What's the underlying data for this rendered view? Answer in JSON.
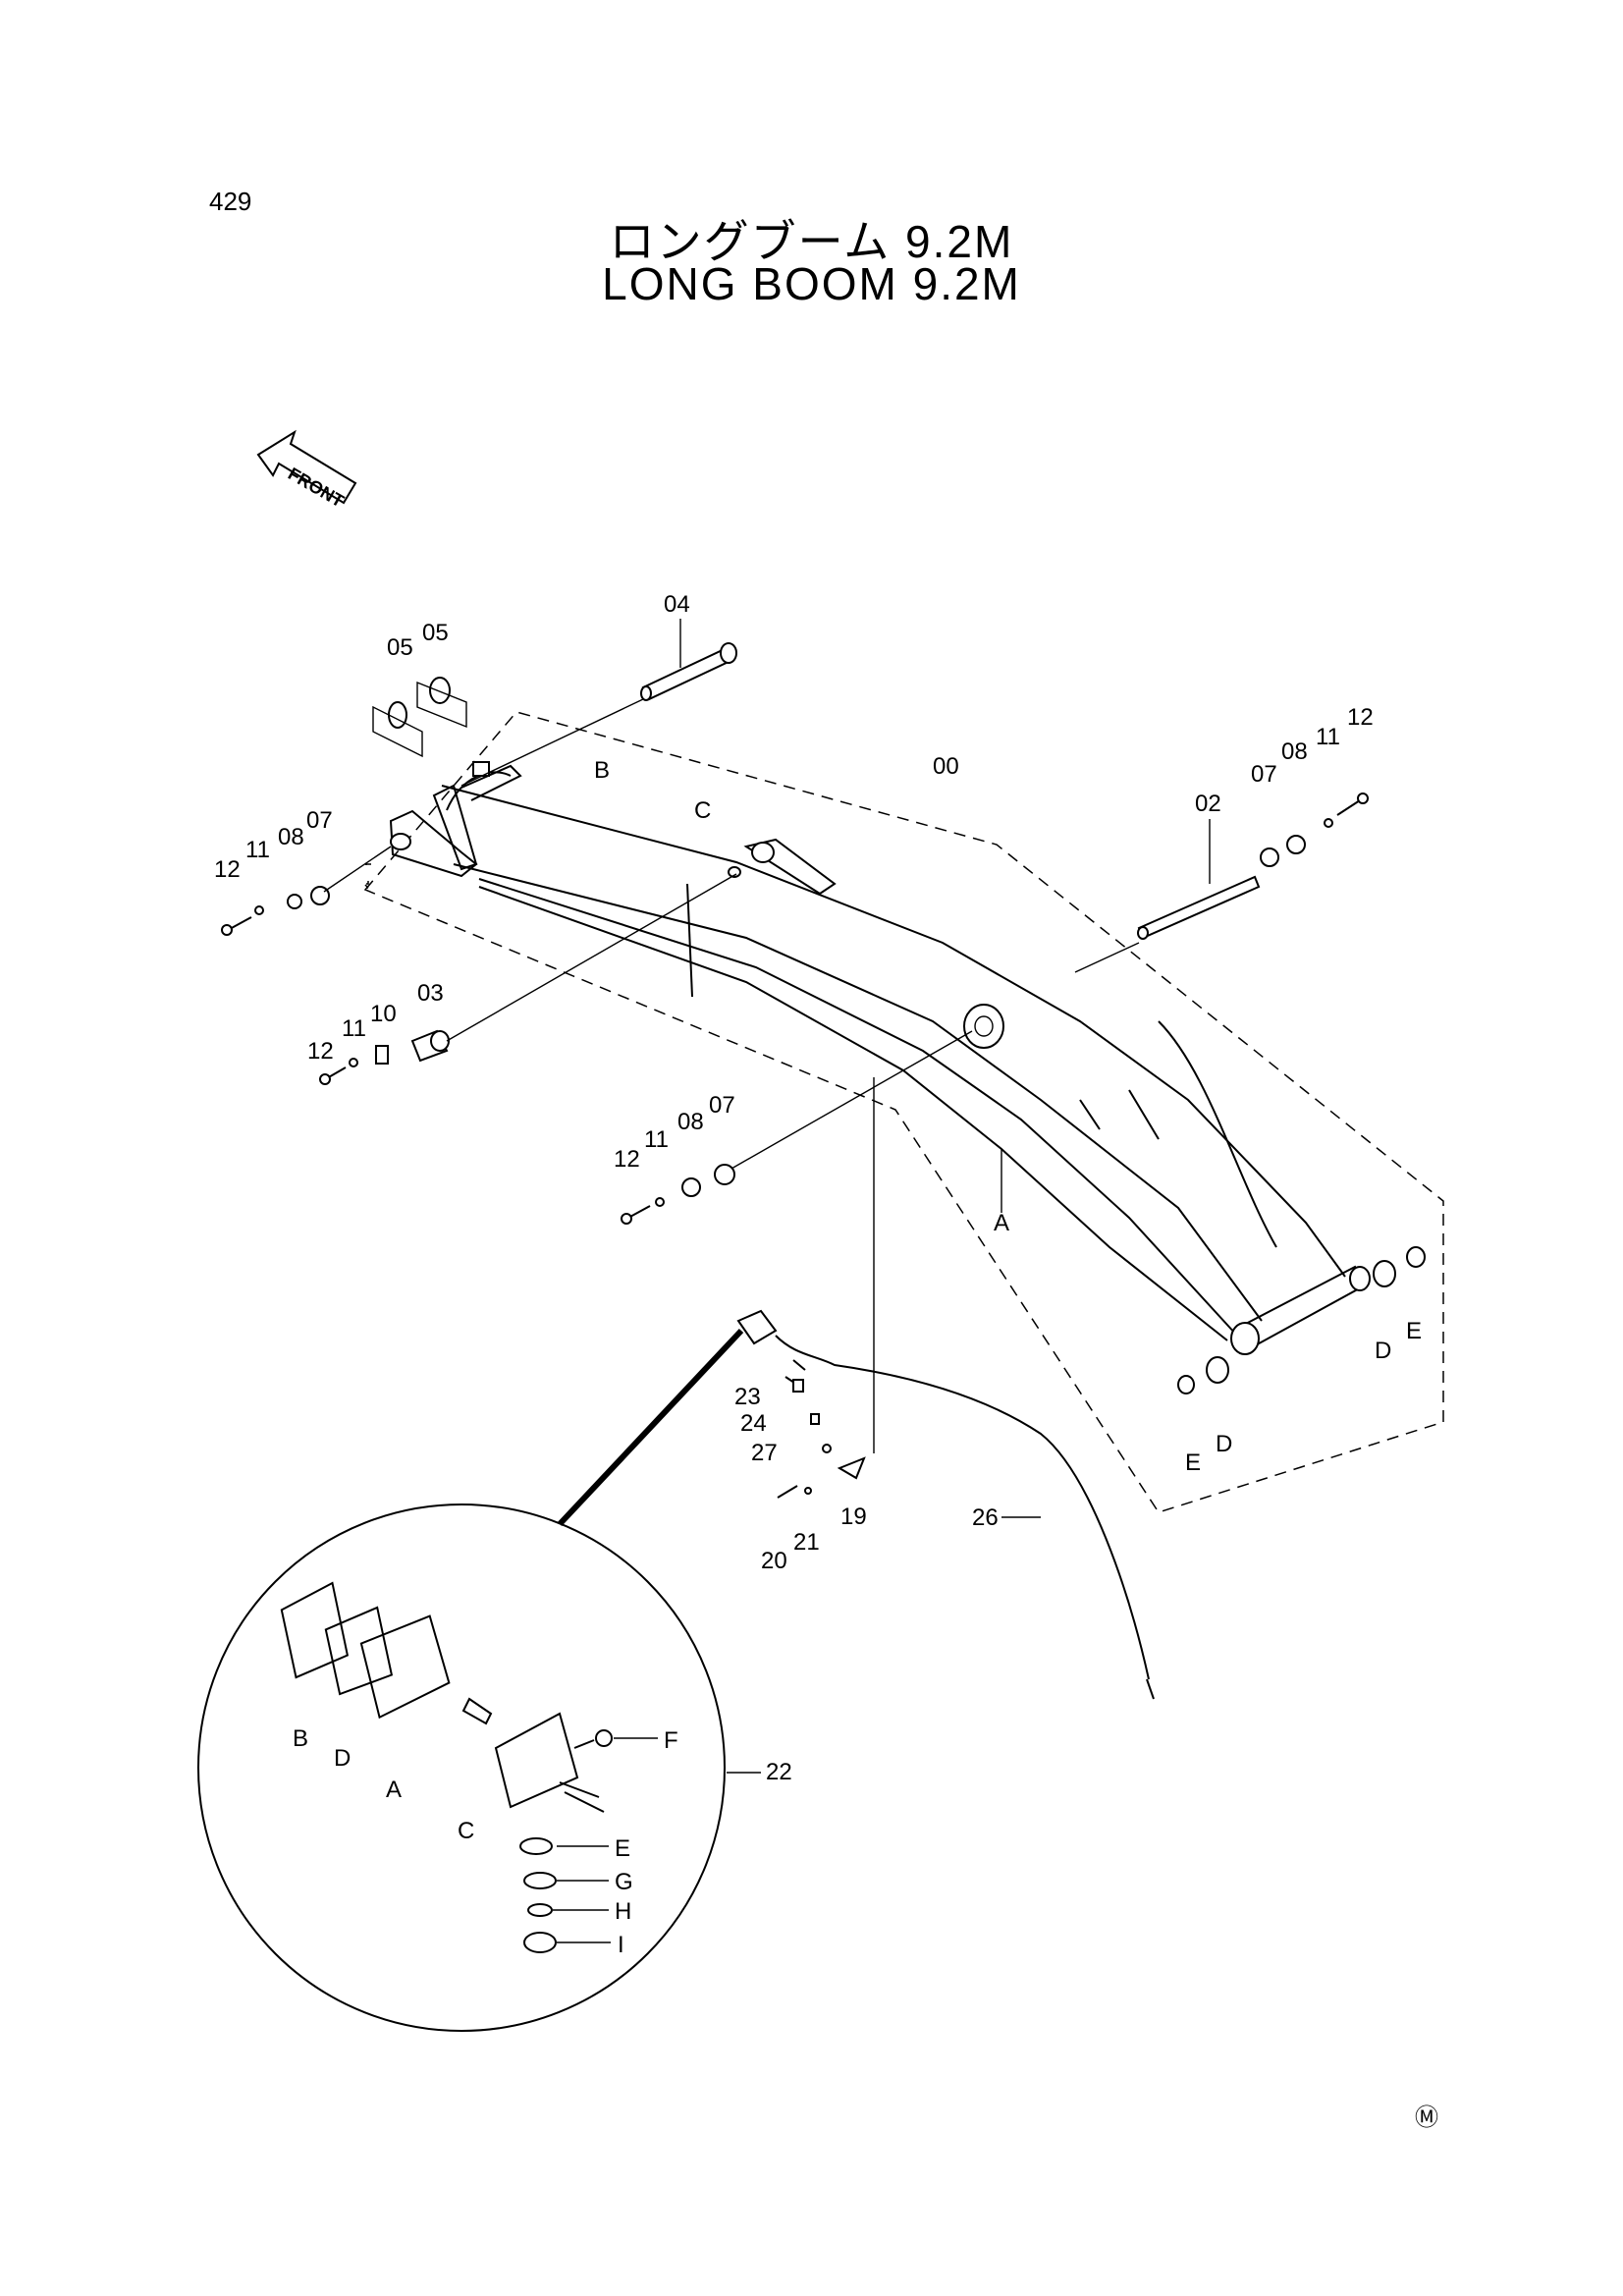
{
  "header": {
    "page_number": "429",
    "title_jp": "ロングブーム 9.2M",
    "title_en": "LONG BOOM 9.2M"
  },
  "direction_arrow": {
    "label": "FRONT"
  },
  "callouts": {
    "c00": "00",
    "c02": "02",
    "c03": "03",
    "c04": "04",
    "c05a": "05",
    "c05b": "05",
    "c07a": "07",
    "c07b": "07",
    "c07c": "07",
    "c08a": "08",
    "c08b": "08",
    "c08c": "08",
    "c10": "10",
    "c11a": "11",
    "c11b": "11",
    "c11c": "11",
    "c11d": "11",
    "c12a": "12",
    "c12b": "12",
    "c12c": "12",
    "c12d": "12",
    "c19": "19",
    "c20": "20",
    "c21": "21",
    "c22": "22",
    "c23": "23",
    "c24": "24",
    "c26": "26",
    "c27": "27",
    "lB": "B",
    "lC": "C",
    "lA": "A",
    "lD1": "D",
    "lE1": "E",
    "lD2": "D",
    "lE2": "E"
  },
  "detail_callouts": {
    "B": "B",
    "D": "D",
    "A": "A",
    "C": "C",
    "F": "F",
    "E": "E",
    "G": "G",
    "H": "H",
    "I": "I"
  },
  "footer": {
    "mark": "Ⓜ"
  }
}
